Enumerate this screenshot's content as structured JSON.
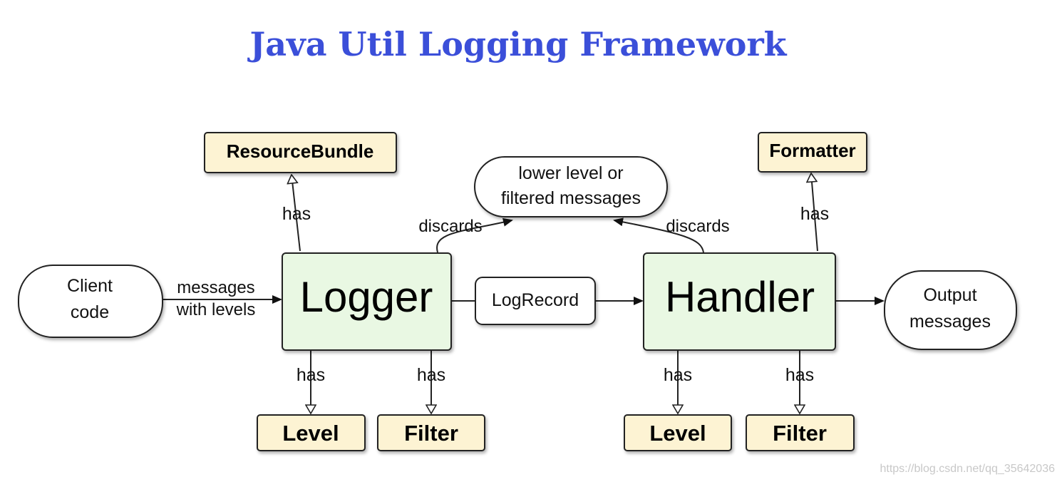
{
  "title": "Java Util Logging Framework",
  "nodes": {
    "client": [
      "Client",
      "code"
    ],
    "logger": "Logger",
    "handler": "Handler",
    "output": [
      "Output",
      "messages"
    ],
    "logrecord": "LogRecord",
    "discarded": [
      "lower level or",
      "filtered messages"
    ],
    "resource_bundle": "ResourceBundle",
    "formatter": "Formatter",
    "logger_level": "Level",
    "logger_filter": "Filter",
    "handler_level": "Level",
    "handler_filter": "Filter"
  },
  "edges": {
    "messages": [
      "messages",
      "with levels"
    ],
    "has": "has",
    "discards": "discards"
  },
  "watermark": "https://blog.csdn.net/qq_35642036",
  "colors": {
    "title": "#3b4fd9",
    "main_fill": "#e9f8e3",
    "component_fill": "#fdf3d3"
  }
}
